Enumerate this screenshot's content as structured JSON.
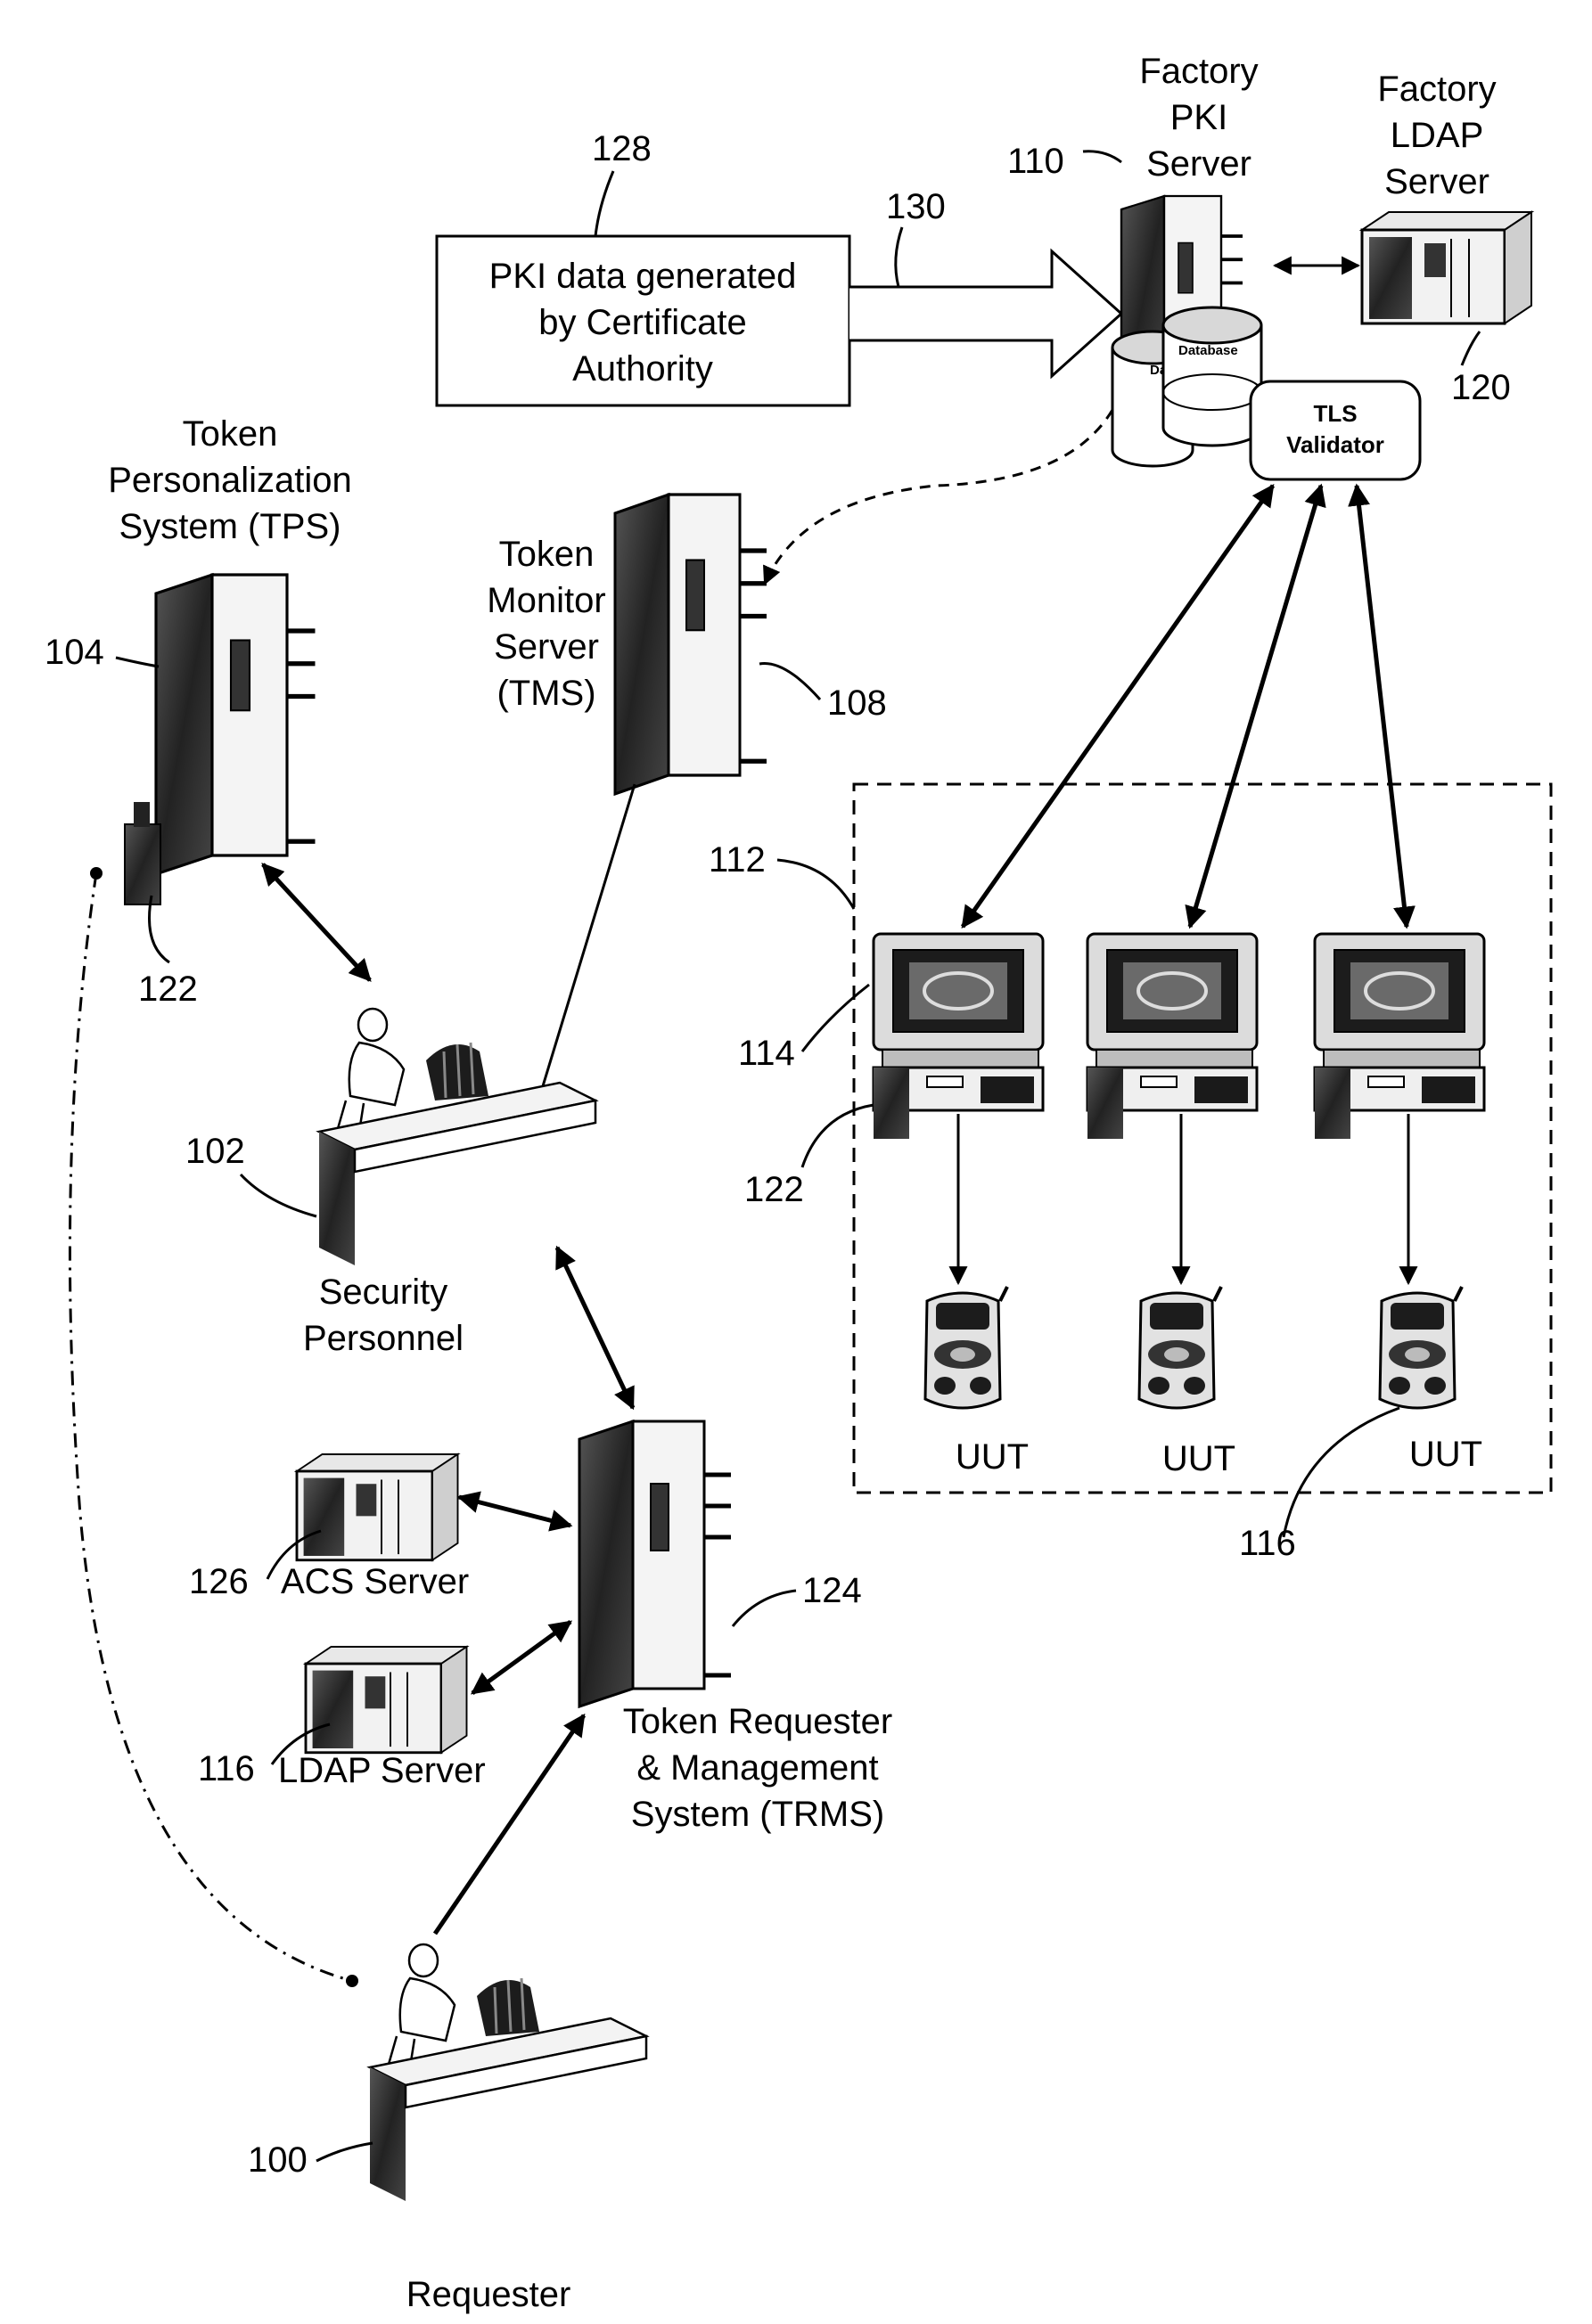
{
  "labels": {
    "factory_pki_line1": "Factory",
    "factory_pki_line2": "PKI",
    "factory_pki_line3": "Server",
    "factory_ldap_line1": "Factory",
    "factory_ldap_line2": "LDAP",
    "factory_ldap_line3": "Server",
    "pki_data_line1": "PKI data generated",
    "pki_data_line2": "by Certificate",
    "pki_data_line3": "Authority",
    "tls_line1": "TLS",
    "tls_line2": "Validator",
    "db_front": "Database",
    "db_back": "Data",
    "tps_line1": "Token",
    "tps_line2": "Personalization",
    "tps_line3": "System (TPS)",
    "tms_line1": "Token",
    "tms_line2": "Monitor",
    "tms_line3": "Server",
    "tms_line4": "(TMS)",
    "security_line1": "Security",
    "security_line2": "Personnel",
    "acs_server": "ACS Server",
    "ldap_server": "LDAP Server",
    "trms_line1": "Token Requester",
    "trms_line2": "& Management",
    "trms_line3": "System (TRMS)",
    "uut": "UUT",
    "requester": "Requester"
  },
  "refs": {
    "r128": "128",
    "r130": "130",
    "r110": "110",
    "r120": "120",
    "r104": "104",
    "r108": "108",
    "r122a": "122",
    "r112": "112",
    "r114": "114",
    "r122b": "122",
    "r102": "102",
    "r116a": "116",
    "r126": "126",
    "r124": "124",
    "r116b": "116",
    "r100": "100"
  }
}
